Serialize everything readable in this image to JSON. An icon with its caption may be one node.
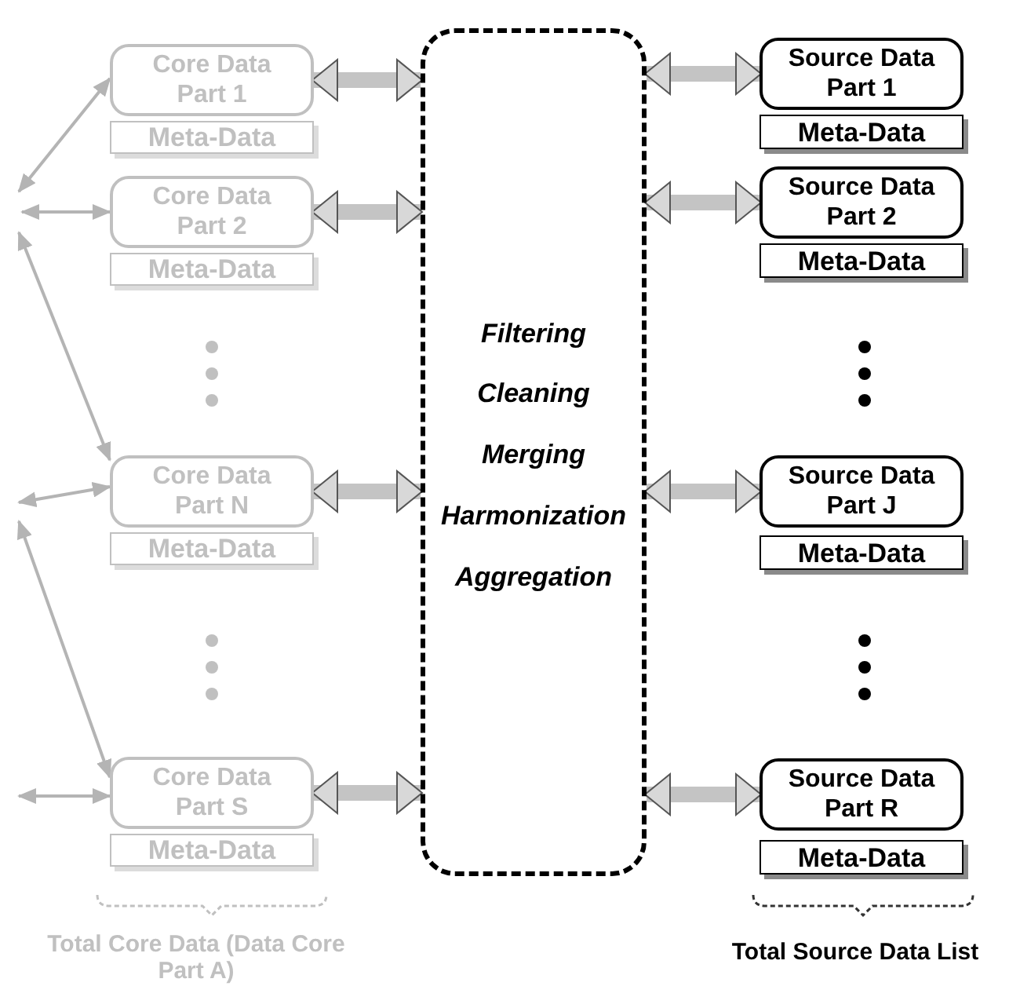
{
  "diagram": {
    "nodes": [
      {
        "text": [
          "Core Data Part 1"
        ]
      },
      {
        "text": [
          "Meta-Data"
        ]
      },
      {
        "text": [
          "Core Data Part 2"
        ]
      },
      {
        "text": [
          "Meta-Data"
        ]
      },
      {
        "text": [
          "Core Data Part N"
        ]
      },
      {
        "text": [
          "Meta-Data"
        ]
      },
      {
        "text": [
          "Core Data Part S"
        ]
      },
      {
        "text": [
          "Meta-Data"
        ]
      },
      {
        "text": [
          "Filtering",
          "Cleaning",
          "Merging",
          "Harmonization",
          "Aggregation"
        ]
      },
      {
        "text": [
          "Source Data Part 1"
        ]
      },
      {
        "text": [
          "Meta-Data"
        ]
      },
      {
        "text": [
          "Source Data Part 2"
        ]
      },
      {
        "text": [
          "Meta-Data"
        ]
      },
      {
        "text": [
          "Source Data Part J"
        ]
      },
      {
        "text": [
          "Meta-Data"
        ]
      },
      {
        "text": [
          "Source Data Part R"
        ]
      },
      {
        "text": [
          "Meta-Data"
        ]
      }
    ],
    "edges": [
      {
        "from": null,
        "to": 0,
        "arrow": "both",
        "color": "#b4b4b4"
      },
      {
        "from": null,
        "to": 2,
        "arrow": "both",
        "color": "#b4b4b4"
      },
      {
        "from": null,
        "to": 4,
        "arrow": "both",
        "color": "#b4b4b4"
      },
      {
        "from": null,
        "to": 4,
        "arrow": "both",
        "color": "#b4b4b4"
      },
      {
        "from": null,
        "to": 6,
        "arrow": "both",
        "color": "#b4b4b4"
      },
      {
        "from": null,
        "to": 6,
        "arrow": "both",
        "color": "#b4b4b4"
      },
      {
        "from": 0,
        "to": 8,
        "arrow": "both"
      },
      {
        "from": 2,
        "to": 8,
        "arrow": "both"
      },
      {
        "from": 4,
        "to": 8,
        "arrow": "both"
      },
      {
        "from": 6,
        "to": 8,
        "arrow": "both"
      },
      {
        "from": 8,
        "to": 9,
        "arrow": "both"
      },
      {
        "from": 8,
        "to": 11,
        "arrow": "both"
      },
      {
        "from": 8,
        "to": 13,
        "arrow": "both"
      },
      {
        "from": 8,
        "to": 15,
        "arrow": "both"
      }
    ],
    "labels": [
      "Total Core Data (Data Core Part A)",
      "Total Source Data List"
    ]
  }
}
